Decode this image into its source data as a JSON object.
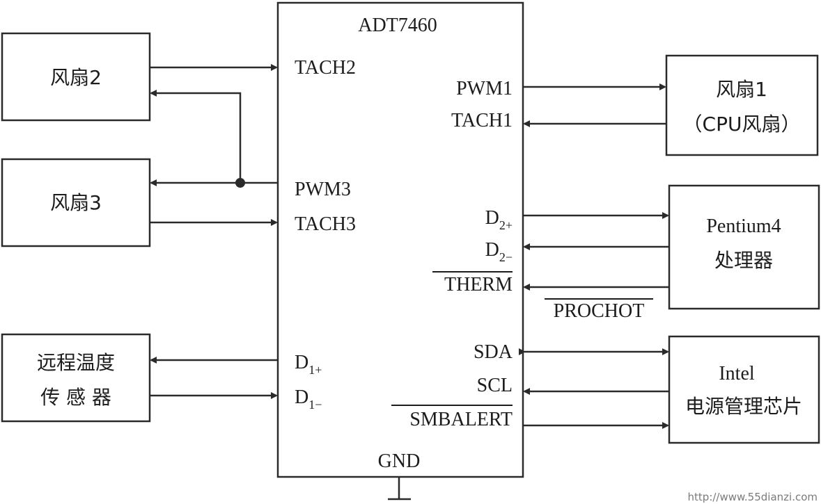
{
  "chip": {
    "name": "ADT7460",
    "pins": {
      "tach2": "TACH2",
      "pwm3": "PWM3",
      "tach3": "TACH3",
      "d1p": "D",
      "d1p_sub": "1+",
      "d1n": "D",
      "d1n_sub": "1−",
      "pwm1": "PWM1",
      "tach1": "TACH1",
      "d2p": "D",
      "d2p_sub": "2+",
      "d2n": "D",
      "d2n_sub": "2−",
      "therm": "THERM",
      "sda": "SDA",
      "scl": "SCL",
      "smbalert": "SMBALERT",
      "gnd": "GND"
    }
  },
  "blocks": {
    "fan2": "风扇2",
    "fan3": "风扇3",
    "sensor_line1": "远程温度",
    "sensor_line2": "传 感 器",
    "fan1_line1": "风扇1",
    "fan1_line2": "（CPU风扇）",
    "cpu_line1": "Pentium4",
    "cpu_line2": "处理器",
    "pm_line1": "Intel",
    "pm_line2": "电源管理芯片"
  },
  "signals": {
    "prochot": "PROCHOT"
  },
  "watermark": "http://www.55dianzi.com"
}
